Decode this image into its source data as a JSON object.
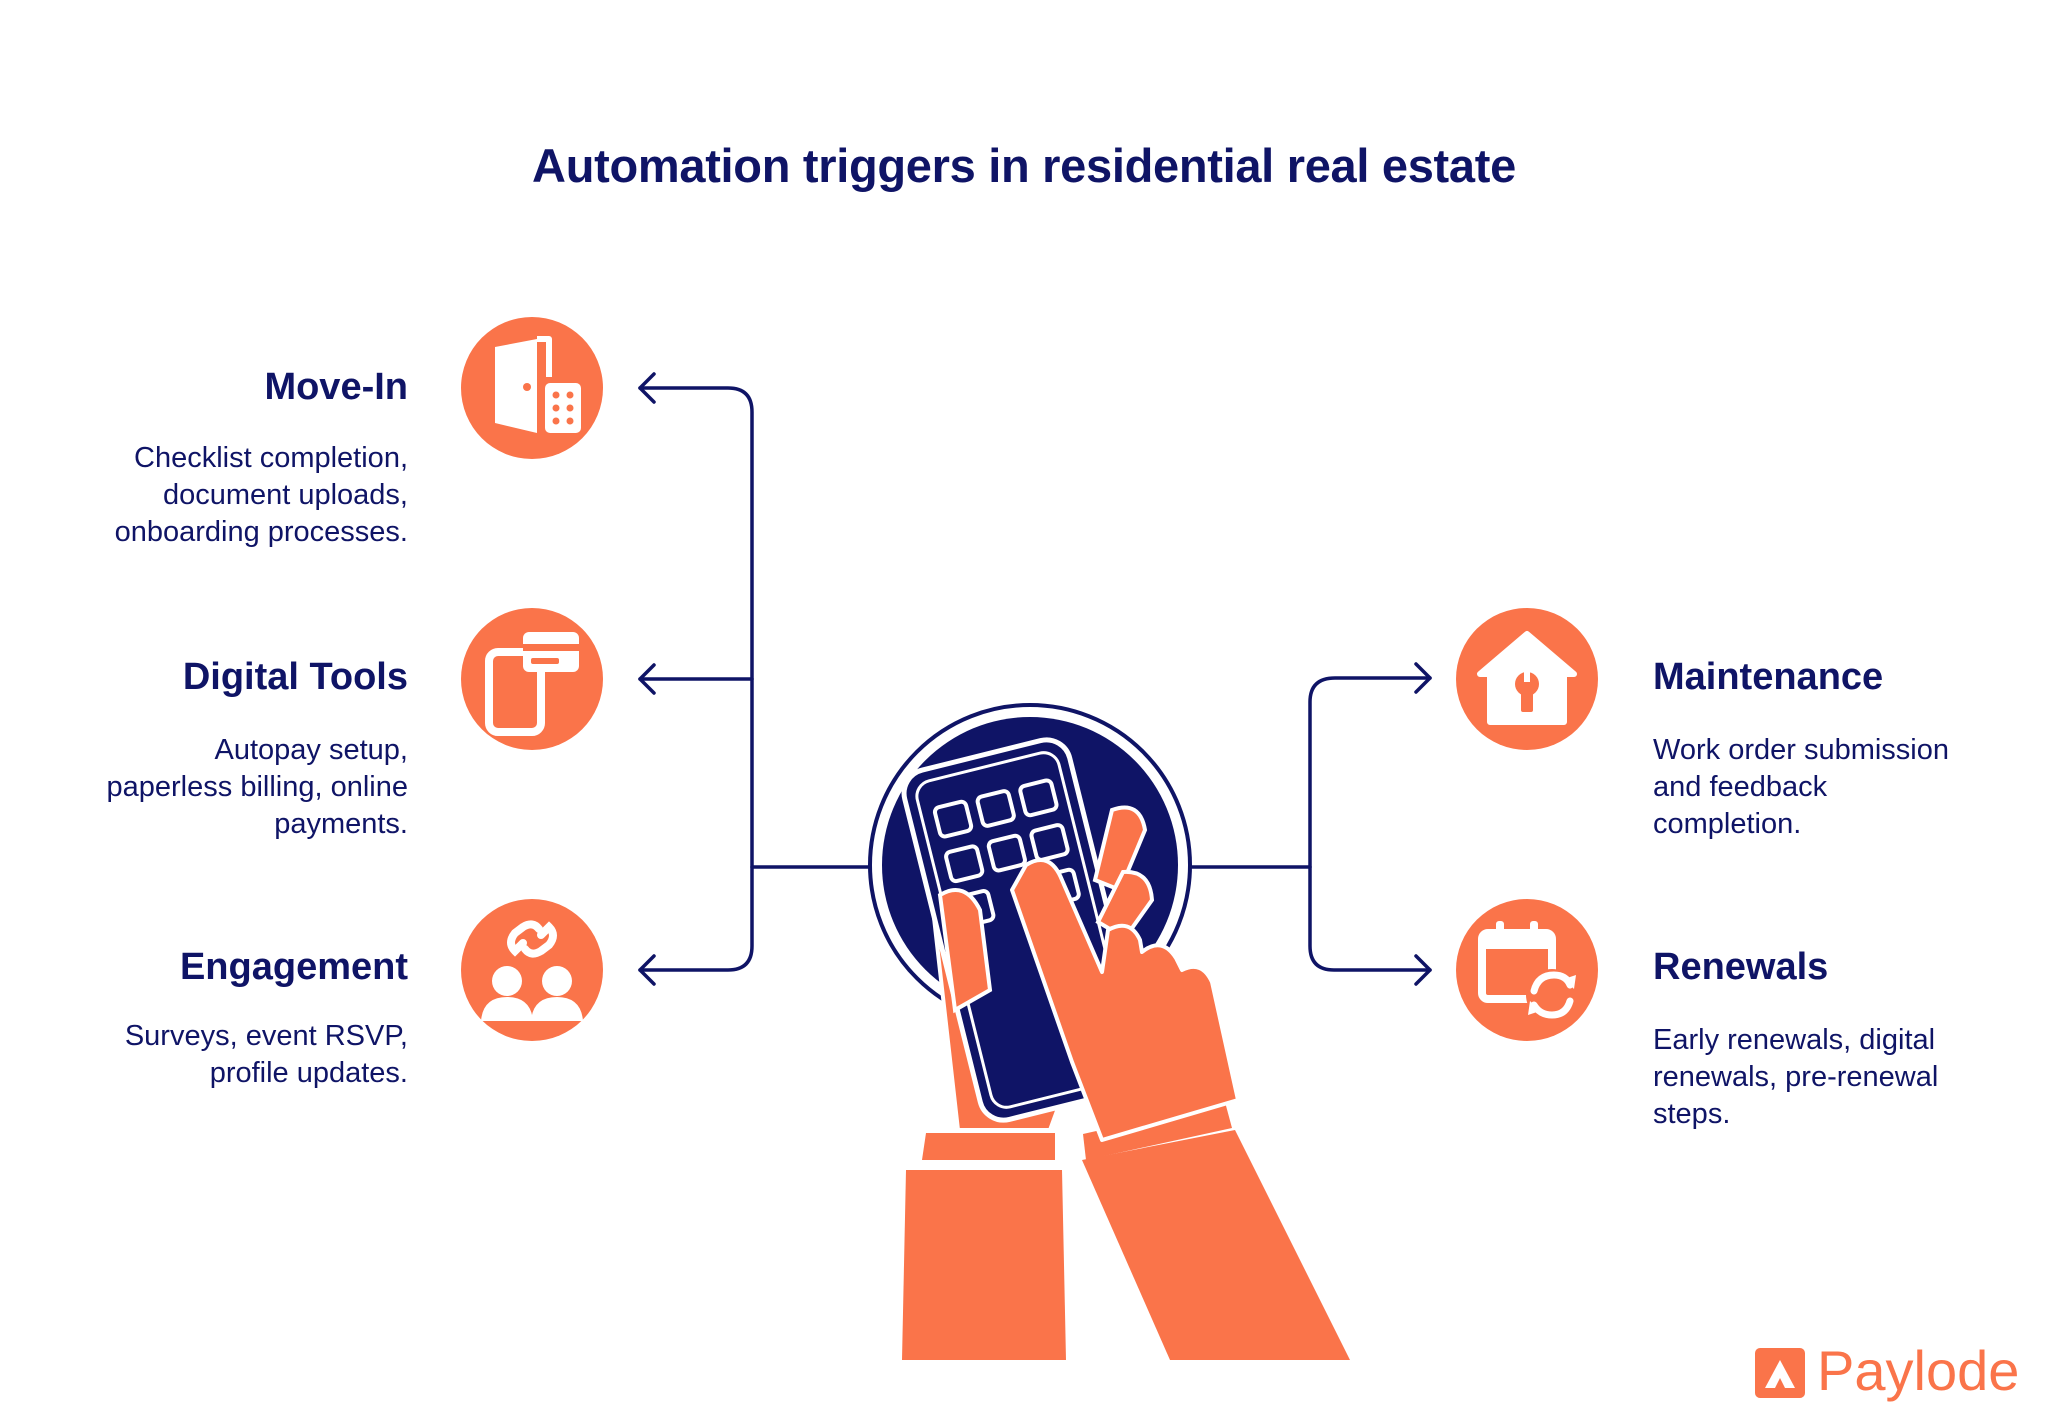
{
  "title": "Automation triggers in residential real estate",
  "colors": {
    "accent": "#fa744a",
    "navy": "#0f1466",
    "background": "#ffffff"
  },
  "left_items": [
    {
      "icon": "door-keypad-icon",
      "heading": "Move-In",
      "description": "Checklist completion,\ndocument uploads,\nonboarding processes."
    },
    {
      "icon": "phone-card-icon",
      "heading": "Digital Tools",
      "description": "Autopay setup,\npaperless billing, online\npayments."
    },
    {
      "icon": "people-link-icon",
      "heading": "Engagement",
      "description": "Surveys, event RSVP,\nprofile updates."
    }
  ],
  "right_items": [
    {
      "icon": "house-wrench-icon",
      "heading": "Maintenance",
      "description": "Work order submission\nand feedback\ncompletion."
    },
    {
      "icon": "calendar-refresh-icon",
      "heading": "Renewals",
      "description": "Early renewals, digital\nrenewals, pre-renewal\nsteps."
    }
  ],
  "center_icon": "hands-keypad-icon",
  "logo": {
    "icon": "paylode-logo-icon",
    "text": "Paylode"
  }
}
